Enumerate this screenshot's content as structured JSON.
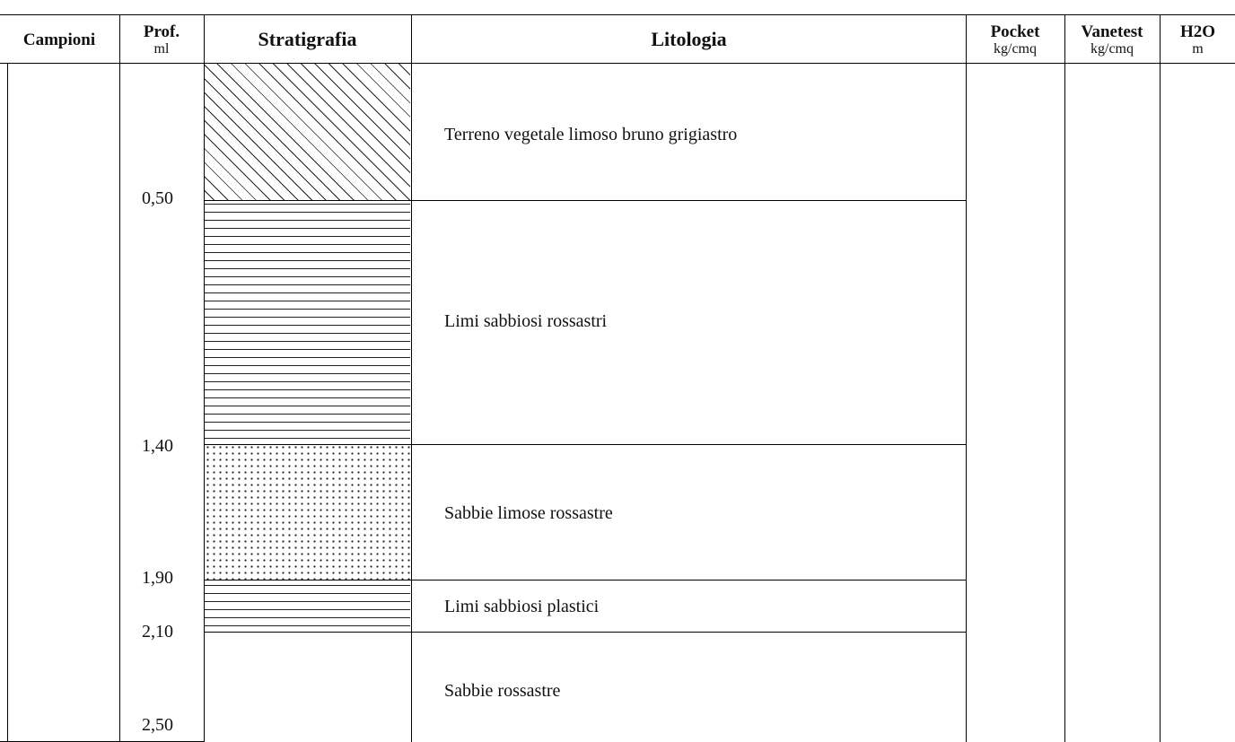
{
  "header": {
    "campioni": "Campioni",
    "prof": "Prof.",
    "prof_unit": "ml",
    "stratigrafia": "Stratigrafia",
    "litologia": "Litologia",
    "pocket": "Pocket",
    "pocket_unit": "kg/cmq",
    "vanetest": "Vanetest",
    "vanetest_unit": "kg/cmq",
    "h2o": "H2O",
    "h2o_unit": "m"
  },
  "depths": [
    "0,50",
    "1,40",
    "1,90",
    "2,10",
    "2,50"
  ],
  "layers": [
    {
      "description": "Terreno vegetale limoso bruno grigiastro",
      "pattern": "vegetale"
    },
    {
      "description": "Limi sabbiosi rossastri",
      "pattern": "limi"
    },
    {
      "description": "Sabbie limose rossastre",
      "pattern": "sabbie-limose"
    },
    {
      "description": "Limi sabbiosi plastici",
      "pattern": "limi-plastici"
    },
    {
      "description": "Sabbie rossastre",
      "pattern": "none"
    }
  ]
}
